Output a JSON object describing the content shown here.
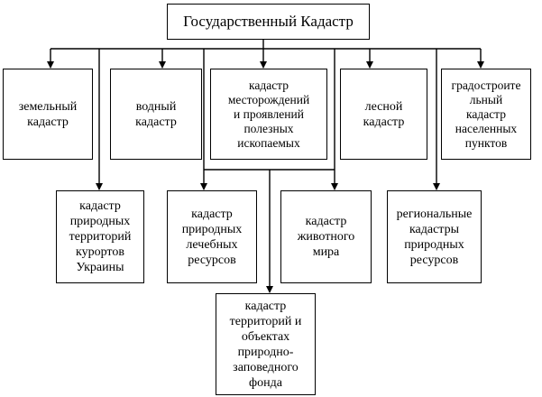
{
  "diagram": {
    "root": "Государственный Кадастр",
    "row1": [
      "земельный\nкадастр",
      "водный\nкадастр",
      "кадастр\nместорождений\nи проявлений\nполезных\nископаемых",
      "лесной\nкадастр",
      "градостроите\nльный\nкадастр\nнаселенных\nпунктов"
    ],
    "row2": [
      "кадастр\nприродных\nтерриторий\nкурортов\nУкраины",
      "кадастр\nприродных\nлечебных\nресурсов",
      "кадастр\nживотного\nмира",
      "региональные\nкадастры\nприродных\nресурсов"
    ],
    "row3": "кадастр\nтерриторий и\nобъектах\nприродно-\nзаповедного\nфонда"
  }
}
